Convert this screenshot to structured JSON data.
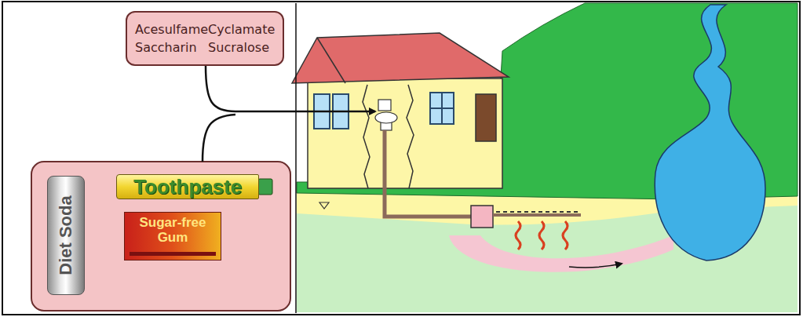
{
  "diagram": {
    "nodes": [
      {
        "text": [
          "Acesulfame",
          "Cyclamate",
          "Saccharin",
          "Sucralose"
        ]
      },
      {
        "text": [
          "Diet Soda"
        ]
      },
      {
        "text": [
          "Toothpaste"
        ]
      },
      {
        "text": [
          "Sugar-free Gum"
        ]
      }
    ]
  }
}
